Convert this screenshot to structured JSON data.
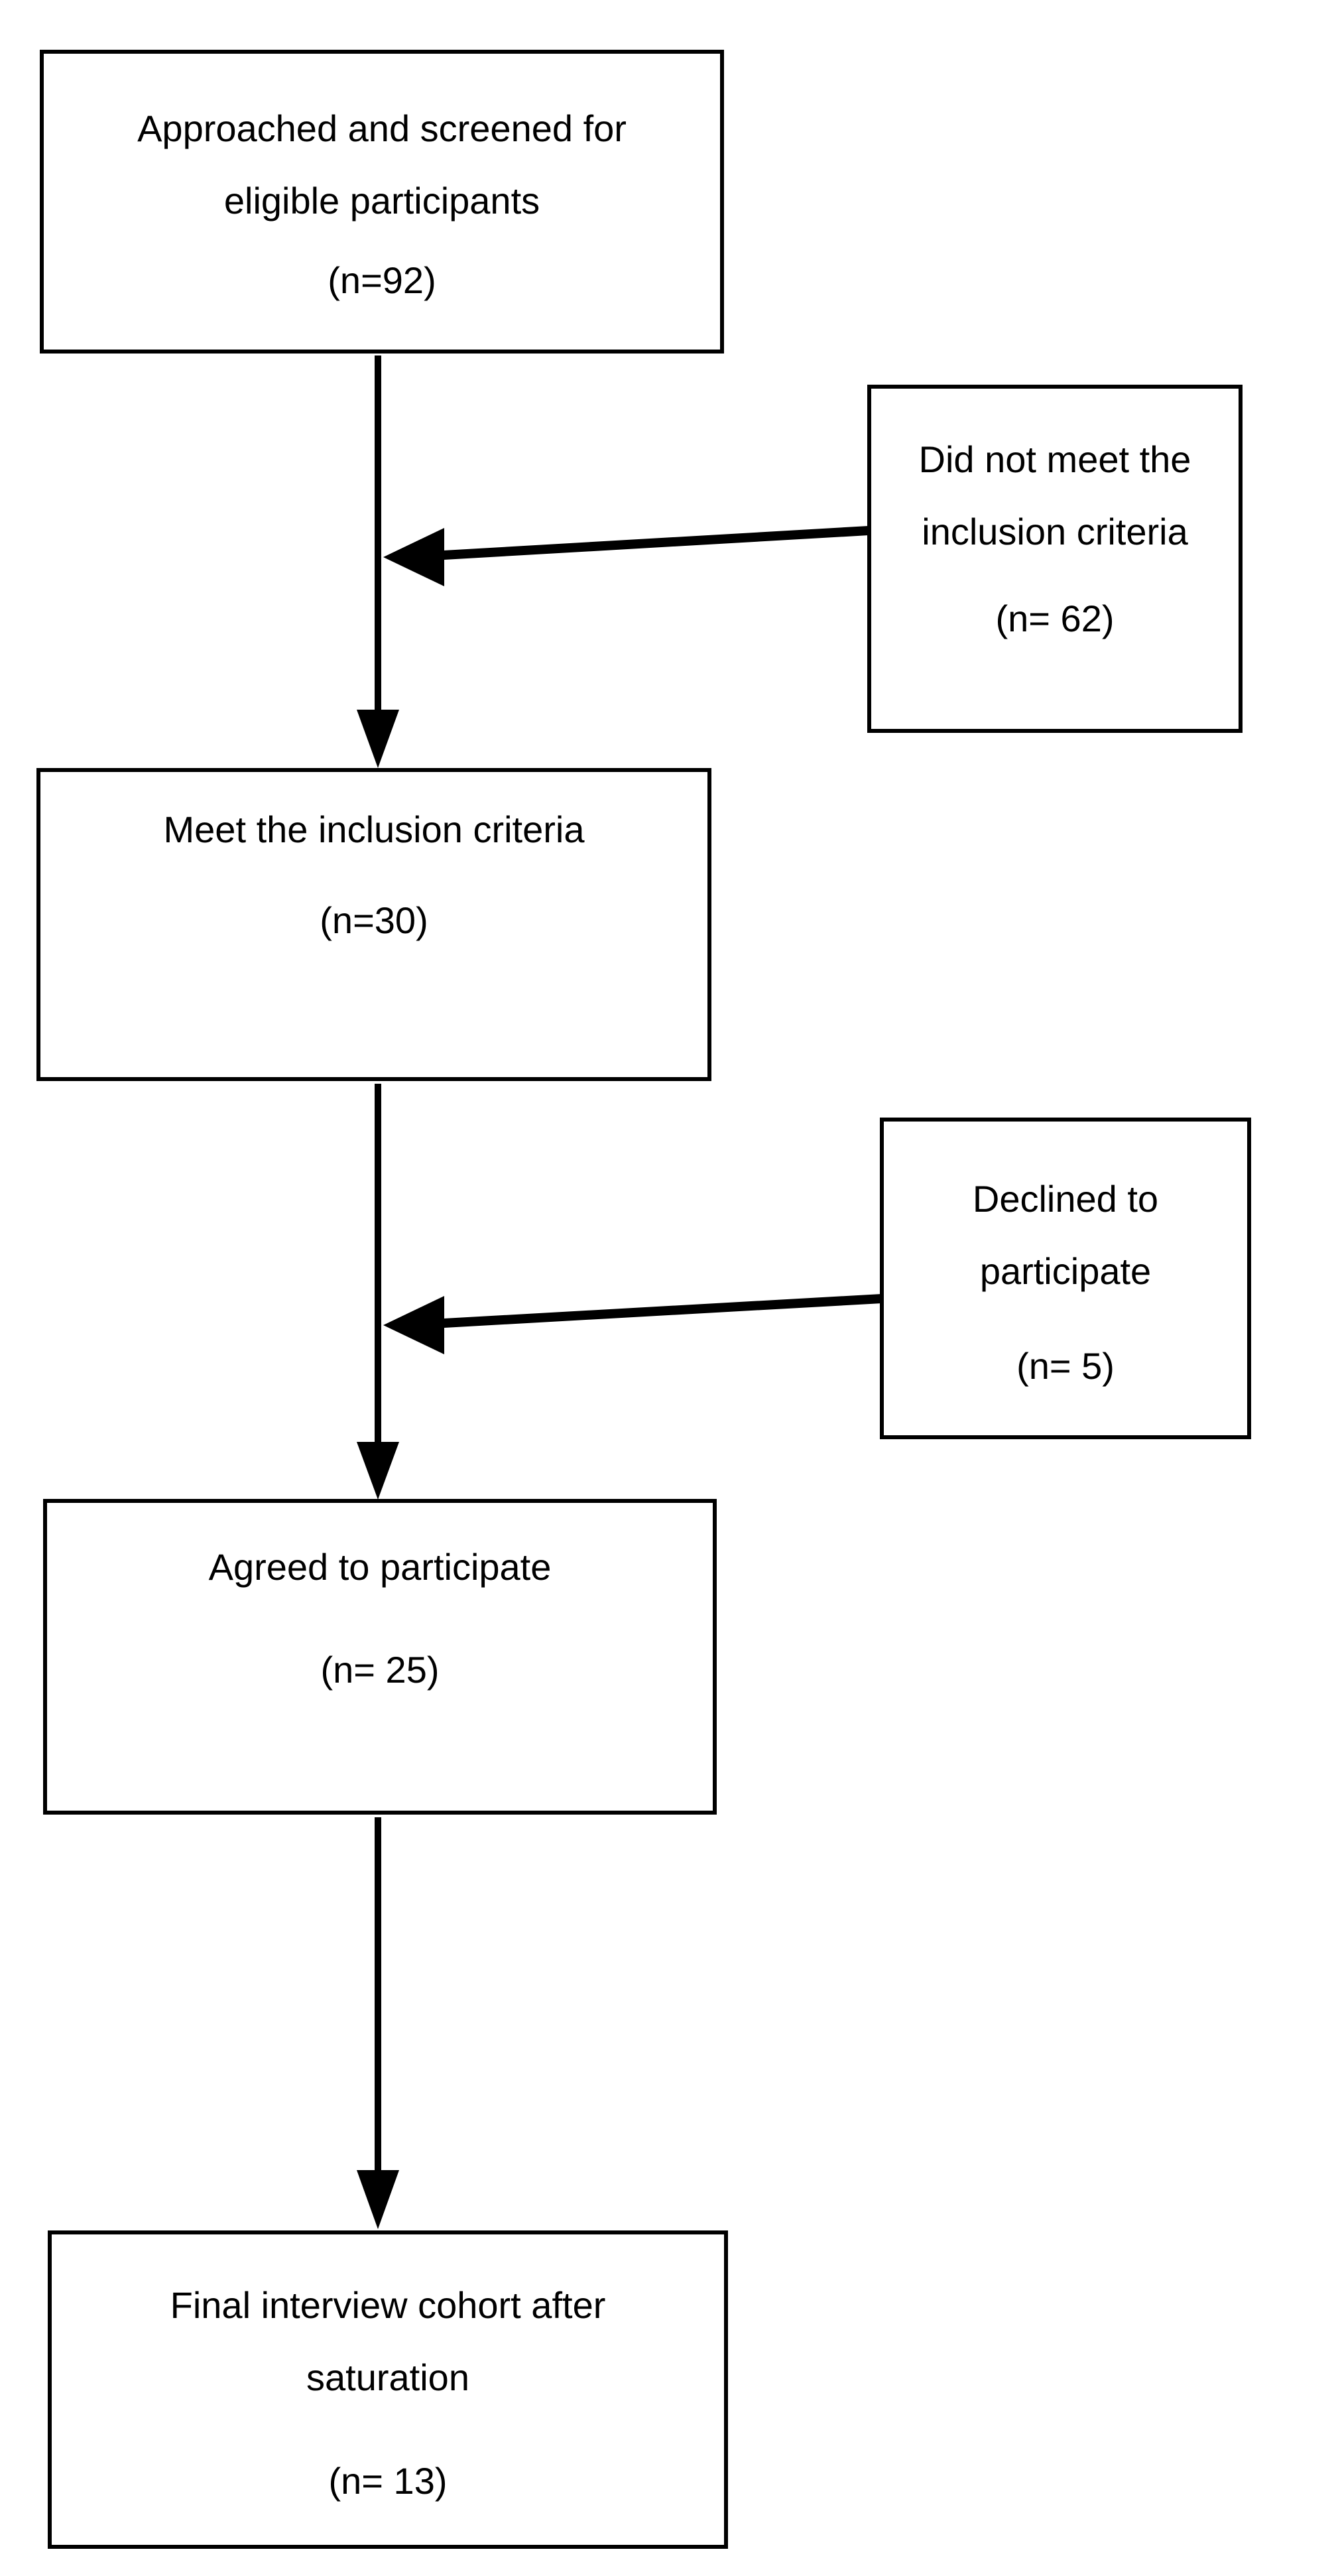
{
  "figure": {
    "type": "flowchart",
    "description": "Participant recruitment and screening flow diagram",
    "background_color": "#ffffff",
    "line_color": "#000000",
    "text_color": "#000000"
  },
  "nodes": [
    {
      "id": "approached",
      "title": "Approached and screened for eligible participants",
      "n": "(n=92)"
    },
    {
      "id": "did-not-meet",
      "title": "Did not meet the inclusion criteria",
      "n": "(n= 62)"
    },
    {
      "id": "meet",
      "title": "Meet the inclusion criteria",
      "n": "(n=30)"
    },
    {
      "id": "declined",
      "title": "Declined to participate",
      "n": "(n= 5)"
    },
    {
      "id": "agreed",
      "title": "Agreed to participate",
      "n": "(n= 25)"
    },
    {
      "id": "final",
      "title": "Final interview cohort after saturation",
      "n": "(n= 13)"
    }
  ],
  "edges": [
    {
      "from": "approached",
      "to": "meet",
      "type": "arrow-down"
    },
    {
      "from": "did-not-meet",
      "to": "connector-approached-meet",
      "type": "arrow-left"
    },
    {
      "from": "meet",
      "to": "agreed",
      "type": "arrow-down"
    },
    {
      "from": "declined",
      "to": "connector-meet-agreed",
      "type": "arrow-left"
    },
    {
      "from": "agreed",
      "to": "final",
      "type": "arrow-down"
    }
  ]
}
